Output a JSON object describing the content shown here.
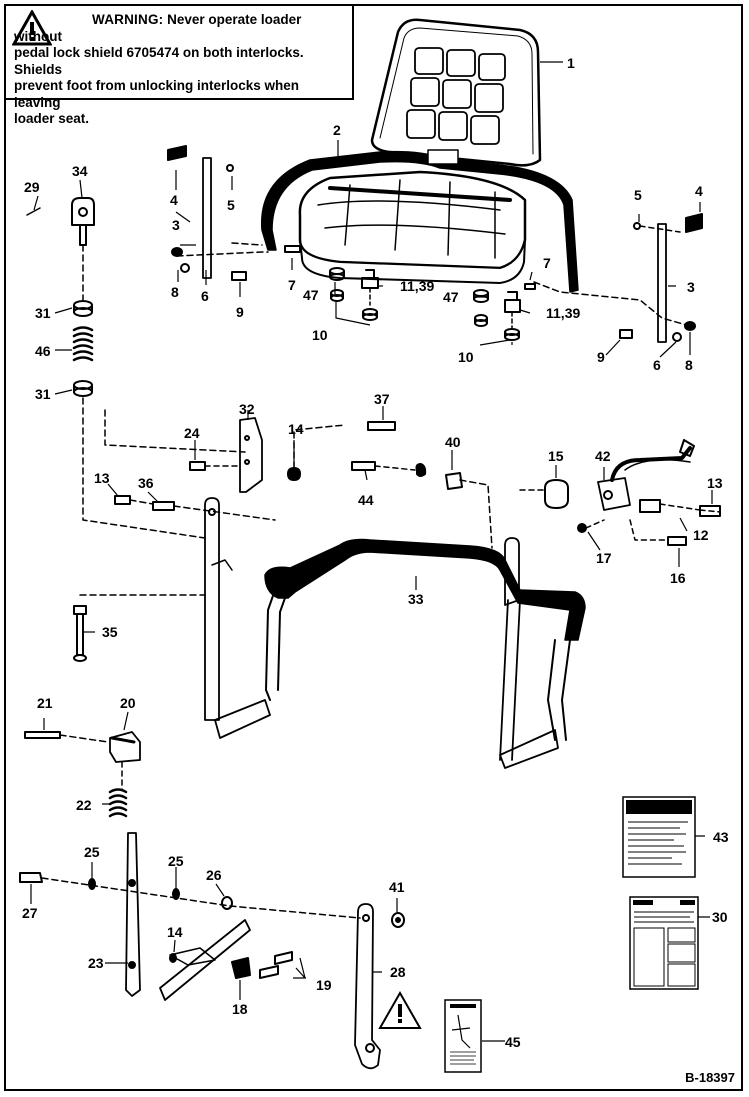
{
  "warning": {
    "heading": "WARNING:",
    "lines": [
      "Never operate loader without",
      "pedal lock shield 6705474 on both interlocks. Shields",
      "prevent foot from unlocking interlocks when leaving",
      "loader seat."
    ]
  },
  "callouts": [
    "1",
    "2",
    "3",
    "3",
    "4",
    "4",
    "5",
    "5",
    "6",
    "6",
    "7",
    "7",
    "8",
    "8",
    "9",
    "9",
    "10",
    "10",
    "11,39",
    "11,39",
    "12",
    "13",
    "13",
    "14",
    "14",
    "15",
    "16",
    "17",
    "18",
    "19",
    "20",
    "21",
    "22",
    "23",
    "24",
    "25",
    "25",
    "26",
    "27",
    "28",
    "29",
    "30",
    "31",
    "31",
    "32",
    "33",
    "34",
    "35",
    "36",
    "37",
    "40",
    "41",
    "42",
    "43",
    "44",
    "45",
    "46",
    "47",
    "47"
  ],
  "figure_id": "B-18397",
  "icons": [
    "warning-triangle-icon",
    "warning-decal-icon",
    "safety-decal-icon",
    "operator-manual-icon"
  ]
}
